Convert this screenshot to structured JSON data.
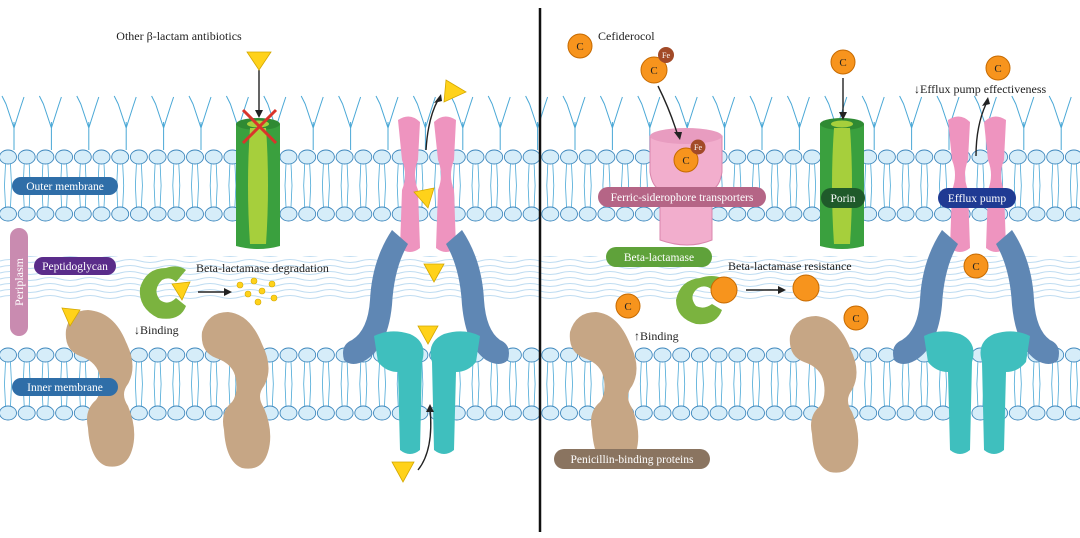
{
  "labels": {
    "other_beta_lactam": "Other β-lactam antibiotics",
    "cefiderocol": "Cefiderocol",
    "efflux_effectiveness": "↓Efflux pump effectiveness",
    "beta_lactamase_degradation": "Beta-lactamase degradation",
    "beta_lactamase_resistance": "Beta-lactamase resistance",
    "binding_down": "↓Binding",
    "binding_up": "↑Binding"
  },
  "pills": {
    "outer_membrane": "Outer membrane",
    "peptidoglycan": "Peptidoglycan",
    "inner_membrane": "Inner membrane",
    "periplasm": "Periplasm",
    "ferric_siderophore": "Ferric-siderophore transporters",
    "porin": "Porin",
    "efflux_pump": "Efflux pump",
    "beta_lactamase": "Beta-lactamase",
    "pbp": "Penicillin-binding proteins"
  },
  "molecule": {
    "c_symbol": "C",
    "fe_symbol": "Fe"
  },
  "colors": {
    "membrane": "#8ecbea",
    "membrane_dark": "#3f88bd",
    "lps": "#4aa8d6",
    "porin_green": "#3aa03e",
    "porin_light": "#a6cf3c",
    "efflux_pink": "#ee94bf",
    "efflux_blue": "#5f87b4",
    "efflux_teal": "#3fbfbe",
    "pbp_tan": "#c6a685",
    "beta_lactamase_green": "#7bb33f",
    "antibiotic_yellow": "#ffd21a",
    "cefiderocol_orange": "#f7941d",
    "iron_brown": "#a24a28",
    "pill_blue": "#2f6ea8",
    "pill_purple": "#5a2c8a",
    "pill_mauve": "#b56586",
    "pill_green": "#5fa23a",
    "pill_darkblue": "#1f3a93",
    "pill_tan": "#8a7460",
    "periplasm_bar": "#c98bb0",
    "cross_red": "#d9342b"
  }
}
